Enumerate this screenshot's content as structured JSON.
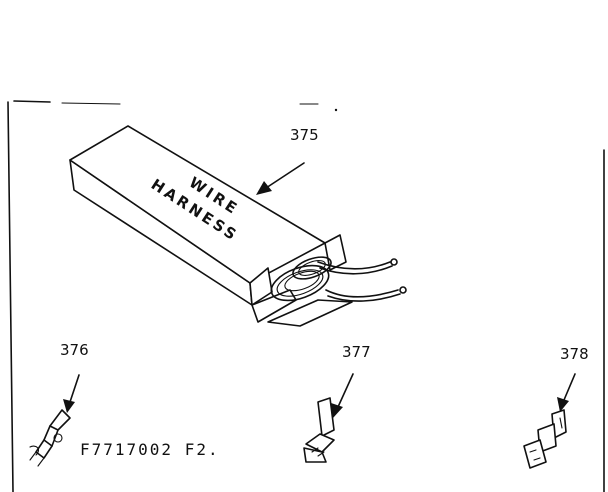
{
  "diagram": {
    "box_label_line1": "WIRE",
    "box_label_line2": "HARNESS",
    "drawing_code": "F7717002 F2.",
    "parts": [
      {
        "callout": "375",
        "icon": "wire-harness-box-icon"
      },
      {
        "callout": "376",
        "icon": "terminal-connector-icon"
      },
      {
        "callout": "377",
        "icon": "terminal-connector-icon"
      },
      {
        "callout": "378",
        "icon": "terminal-connector-icon"
      }
    ],
    "colors": {
      "ink": "#111111",
      "paper": "#ffffff"
    }
  }
}
